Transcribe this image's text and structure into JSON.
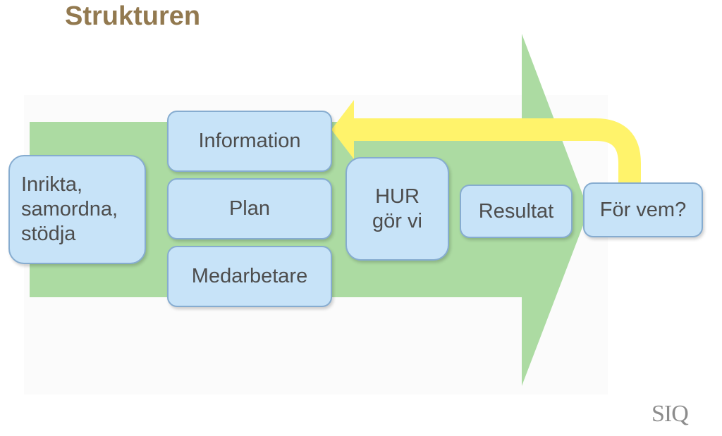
{
  "title": "Strukturen",
  "boxes": {
    "inrikta": "Inrikta,\nsamordna,\nstödja",
    "information": "Information",
    "plan": "Plan",
    "medarbetare": "Medarbetare",
    "hur": "HUR\ngör vi",
    "resultat": "Resultat",
    "for_vem": "För vem?"
  },
  "logo": "SIQ",
  "colors": {
    "title": "#92794f",
    "arrow_green": "#acdba2",
    "feedback_yellow": "#fff36b",
    "box_fill": "#c7e3f8",
    "box_border": "#86acd0",
    "box_text": "#4d4d4d"
  }
}
